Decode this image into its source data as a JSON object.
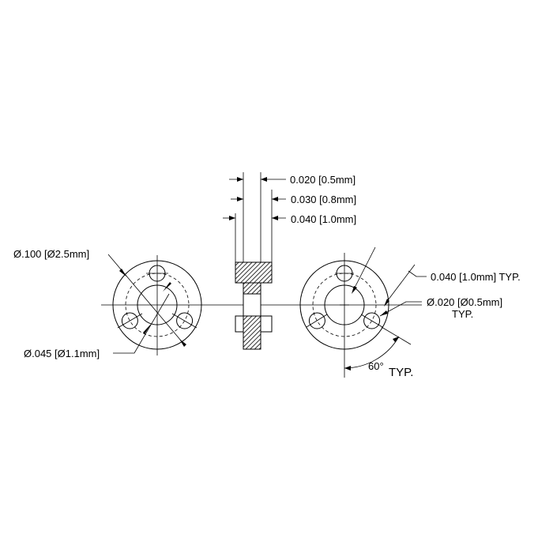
{
  "callouts": {
    "thickness_1": "0.020 [0.5mm]",
    "thickness_2": "0.030 [0.8mm]",
    "thickness_3": "0.040 [1.0mm]",
    "outer_diameter": "Ø.100 [Ø2.5mm]",
    "bore_diameter": "Ø.045 [Ø1.1mm]",
    "bolt_circle_diameter": "0.040 [1.0mm] TYP.",
    "hole_diameter_line1": "Ø.020 [Ø0.5mm]",
    "hole_diameter_line2": "TYP.",
    "angle_value": "60°",
    "angle_typ": "TYP."
  }
}
